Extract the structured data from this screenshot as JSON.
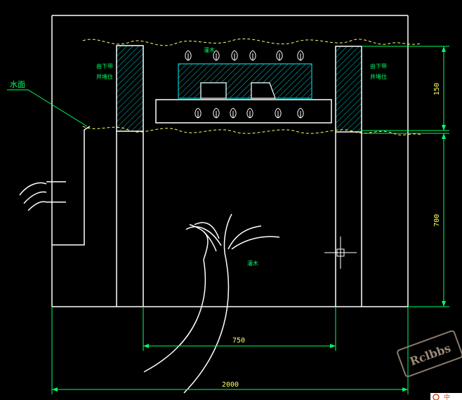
{
  "labels": {
    "water_surface": "水面",
    "column_left_line1": "由下带",
    "column_left_line2": "井堵住",
    "column_right_line1": "由下带",
    "column_right_line2": "井堵住",
    "plant_top": "灌木",
    "plant_bottom": "灌木"
  },
  "dimensions": {
    "width_total": "2000",
    "width_inner": "750",
    "height_upper": "150",
    "height_lower": "700"
  },
  "watermark": {
    "text": "Rclbbs",
    "corner_text": "中"
  },
  "colors": {
    "background": "#000000",
    "line": "#ffffff",
    "dimension": "#00ff66",
    "dimension_text": "#ffff66",
    "label": "#00ff66",
    "water_line": "#ffff66",
    "hatch": "#00cccc",
    "leader": "#00ff66"
  }
}
